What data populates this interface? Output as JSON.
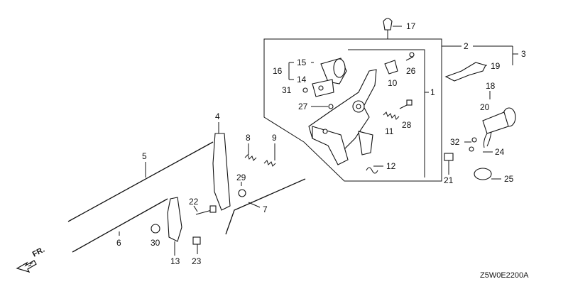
{
  "diagram_code": "Z5W0E2200A",
  "direction_label": "FR.",
  "callouts": {
    "p1": "1",
    "p2": "2",
    "p3": "3",
    "p4": "4",
    "p5": "5",
    "p6": "6",
    "p7": "7",
    "p8": "8",
    "p9": "9",
    "p10": "10",
    "p11": "11",
    "p12": "12",
    "p13": "13",
    "p14": "14",
    "p15": "15",
    "p16": "16",
    "p17": "17",
    "p18": "18",
    "p19": "19",
    "p20": "20",
    "p21": "21",
    "p22": "22",
    "p23": "23",
    "p24": "24",
    "p25": "25",
    "p26": "26",
    "p27": "27",
    "p28": "28",
    "p29": "29",
    "p30": "30",
    "p31": "31",
    "p32": "32"
  }
}
